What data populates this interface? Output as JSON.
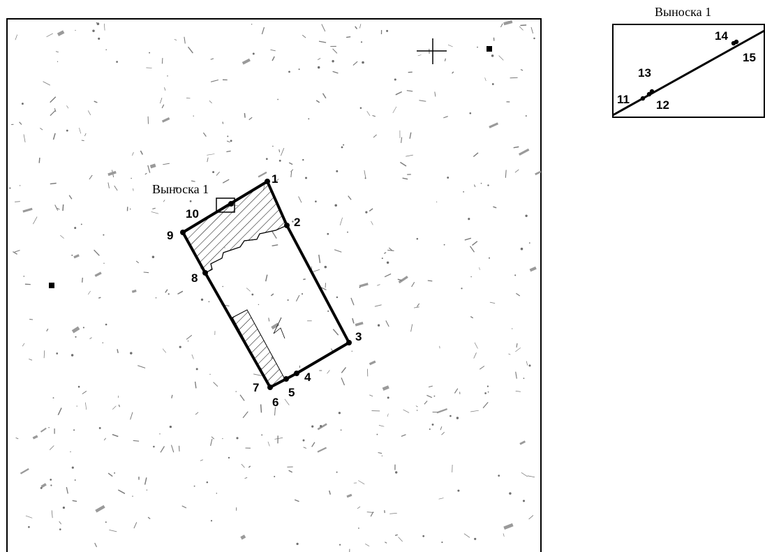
{
  "main_map": {
    "callout_label": "Выноска 1",
    "parcel_points": [
      "1",
      "2",
      "3",
      "4",
      "5",
      "6",
      "7",
      "8",
      "9",
      "10"
    ]
  },
  "inset": {
    "title": "Выноска 1",
    "points": [
      "11",
      "12",
      "13",
      "14",
      "15"
    ]
  },
  "colors": {
    "ink": "#000000",
    "paper": "#ffffff",
    "noise": "#8a8a8a"
  }
}
